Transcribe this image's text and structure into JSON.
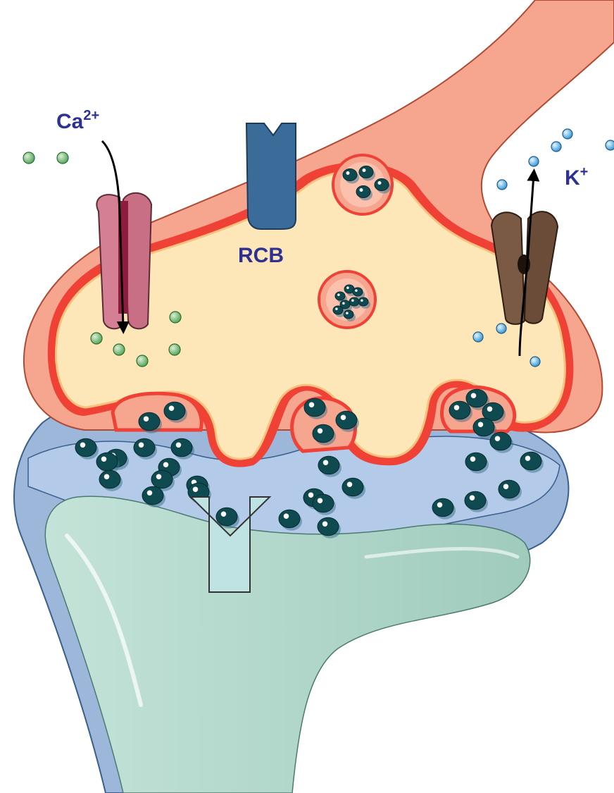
{
  "labels": {
    "calcium": "Ca",
    "calcium_charge": "2+",
    "potassium": "K",
    "potassium_charge": "+",
    "receptor": "RCB"
  },
  "colors": {
    "label_text": "#2e3192",
    "axon_outer": "#f6a58f",
    "axon_membrane": "#ef4136",
    "terminal_fill": "#fde6b8",
    "postsynaptic_outer": "#9cb7d9",
    "postsynaptic_inner": "#b0c9e6",
    "dendrite_fill": "#a9d3c5",
    "vesicle": "#0e4a4f",
    "calcium_ion": "#7fc37b",
    "potassium_ion": "#5fb7e6",
    "ca_channel": "#d47f93",
    "k_channel": "#6b4c38",
    "receptor": "#3b6b99",
    "signal_arrow": "#bfe2e3"
  },
  "icons": {
    "ca_channel": "calcium-channel-icon",
    "k_channel": "potassium-channel-icon",
    "receptor": "receptor-icon",
    "signal_arrow": "down-arrow-icon"
  }
}
